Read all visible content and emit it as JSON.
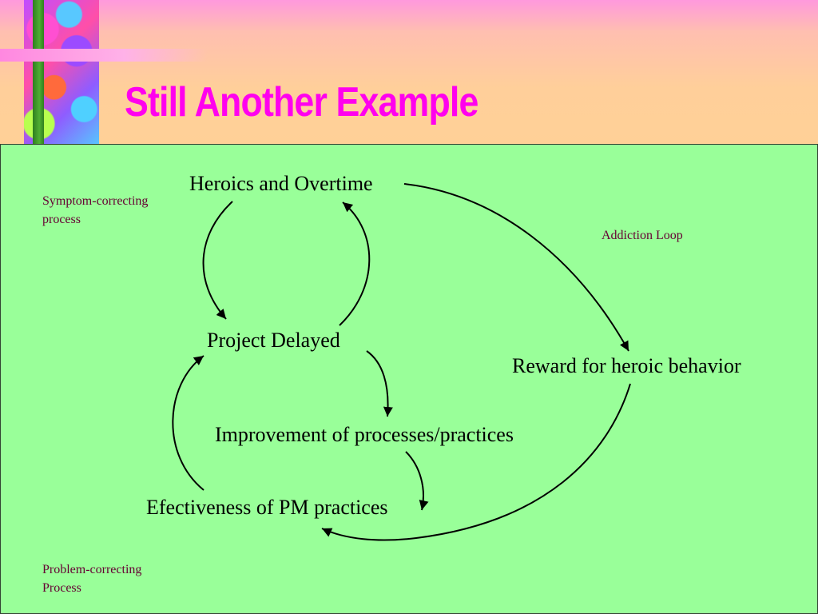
{
  "slide": {
    "title": "Still Another Example"
  },
  "diagram": {
    "nodes": {
      "heroics": "Heroics and Overtime",
      "delayed": "Project Delayed",
      "reward": "Reward for heroic behavior",
      "improvement": "Improvement of processes/practices",
      "effectiveness": "Efectiveness of PM practices"
    },
    "notes": {
      "symptom_line1": "Symptom-correcting",
      "symptom_line2": "process",
      "addiction": "Addiction Loop",
      "problem_line1": "Problem-correcting",
      "problem_line2": "Process"
    },
    "edges": [
      {
        "from": "heroics",
        "to": "delayed"
      },
      {
        "from": "delayed",
        "to": "heroics"
      },
      {
        "from": "heroics",
        "to": "reward"
      },
      {
        "from": "delayed",
        "to": "improvement"
      },
      {
        "from": "improvement",
        "to": "effectiveness"
      },
      {
        "from": "effectiveness",
        "to": "delayed"
      },
      {
        "from": "reward",
        "to": "effectiveness"
      }
    ],
    "colors": {
      "panel": "#99ff99",
      "title": "#ff00ee",
      "notes": "#660033"
    }
  }
}
